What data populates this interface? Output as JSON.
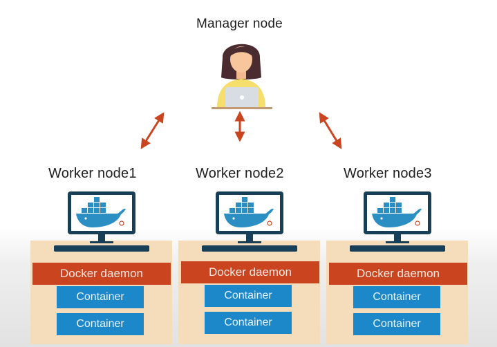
{
  "manager": {
    "label": "Manager node"
  },
  "workers": [
    {
      "label": "Worker node1",
      "daemon": "Docker daemon",
      "containers": [
        "Container",
        "Container"
      ]
    },
    {
      "label": "Worker node2",
      "daemon": "Docker daemon",
      "containers": [
        "Container",
        "Container"
      ]
    },
    {
      "label": "Worker node3",
      "daemon": "Docker daemon",
      "containers": [
        "Container",
        "Container"
      ]
    }
  ],
  "colors": {
    "arrow": "#c9441f",
    "daemon": "#c9441f",
    "container": "#1d88c9",
    "desk": "#f5ddbb",
    "monitor": "#183f58",
    "whale": "#2b8fc4"
  },
  "icons": [
    "manager-person-icon",
    "laptop-icon",
    "monitor-docker-icon",
    "docker-whale-icon",
    "keyboard-icon",
    "double-arrow-icon"
  ]
}
